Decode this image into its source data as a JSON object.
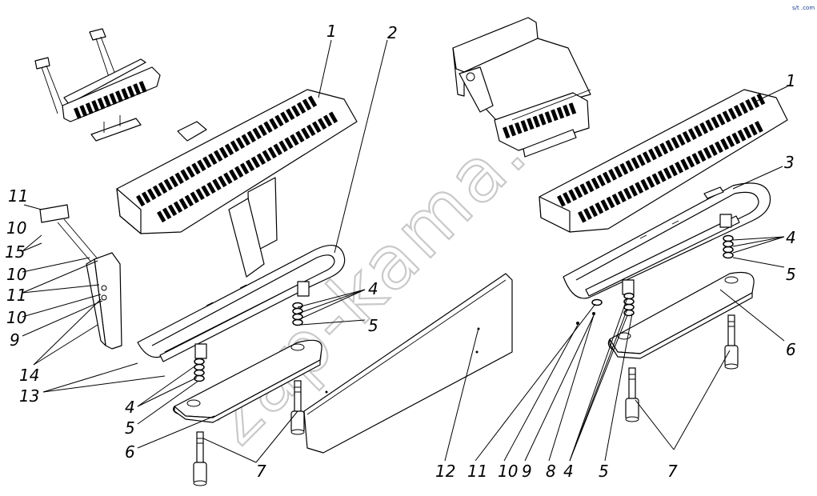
{
  "watermark": "zap-kama.ru",
  "corner_mark": "s/t .com",
  "callouts": {
    "left": {
      "c1": "1",
      "c2": "2",
      "c4a": "4",
      "c5a": "5",
      "c11a": "11",
      "c10a": "10",
      "c15": "15",
      "c10b": "10",
      "c11b": "11",
      "c10c": "10",
      "c9": "9",
      "c14": "14",
      "c13": "13",
      "c4b": "4",
      "c5b": "5",
      "c6": "6",
      "c7": "7"
    },
    "center": {
      "c12": "12"
    },
    "right": {
      "c1": "1",
      "c3": "3",
      "c4a": "4",
      "c5a": "5",
      "c6": "6",
      "c11": "11",
      "c10": "10",
      "c9": "9",
      "c8": "8",
      "c4b": "4",
      "c5b": "5",
      "c7": "7"
    }
  }
}
